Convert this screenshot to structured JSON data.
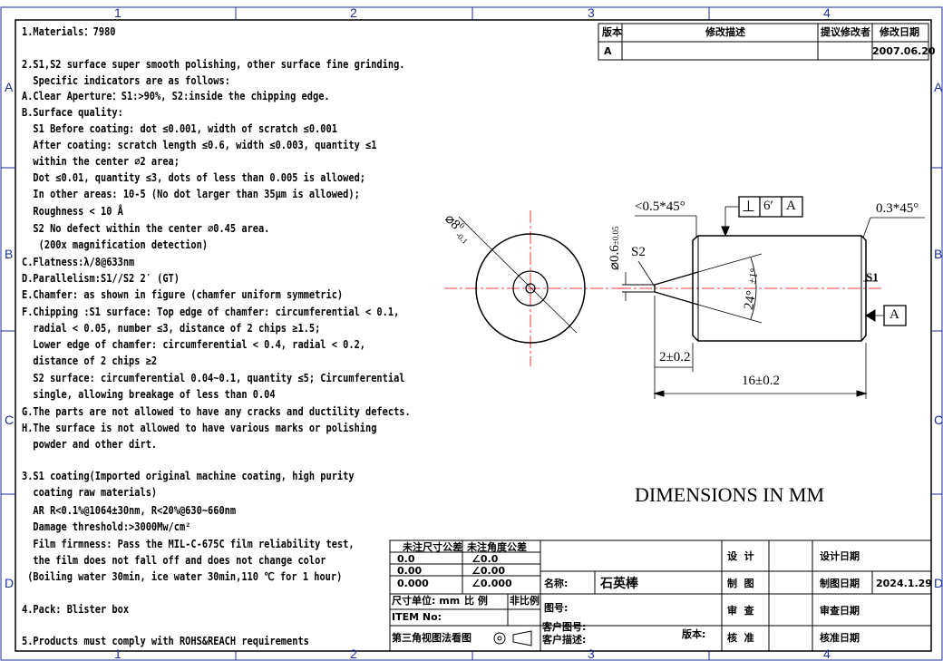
{
  "zones": {
    "columns": [
      "1",
      "2",
      "3",
      "4"
    ],
    "rows": [
      "A",
      "B",
      "C",
      "D"
    ]
  },
  "notes": [
    "1.Materials：7980",
    "2.S1,S2 surface super smooth polishing, other surface fine grinding.",
    "  Specific indicators are as follows:",
    "A.Clear Aperture：S1:>90%, S2:inside the chipping edge.",
    "B.Surface quality:",
    "  S1 Before coating: dot ≤0.001, width of scratch ≤0.001",
    "  After coating: scratch length ≤0.6, width ≤0.003, quantity ≤1",
    "  within the center ⌀2 area;",
    "  Dot ≤0.01, quantity ≤3, dots of less than 0.005 is allowed;",
    "  In other areas: 10-5 (No dot larger than 35μm is allowed);",
    "  Roughness < 10 Å",
    "  S2 No defect within the center ⌀0.45 area.",
    "   (200x magnification detection)",
    "C.Flatness:λ/8@633nm",
    "D.Parallelism:S1//S2 2′ (GT)",
    "E.Chamfer: as shown in figure (chamfer uniform symmetric)",
    "F.Chipping :S1 surface: Top edge of chamfer: circumferential < 0.1,",
    "  radial < 0.05, number ≤3, distance of 2 chips ≥1.5;",
    "  Lower edge of chamfer: circumferential < 0.4, radial < 0.2,",
    "  distance of 2 chips ≥2",
    "  S2 surface: circumferential 0.04~0.1, quantity ≤5; Circumferential",
    "  single, allowing breakage of less than 0.04",
    "G.The parts are not allowed to have any cracks and ductility defects.",
    "H.The surface is not allowed to have various marks or polishing",
    "  powder and other dirt.",
    "",
    "3.S1 coating(Imported original machine coating, high purity",
    "  coating raw materials)",
    "  AR R<0.1%@1064±30nm, R<20%@630~660nm",
    "  Damage threshold:>3000Mw/cm²",
    "  Film firmness: Pass the MIL-C-675C film reliability test,",
    "  the film does not fall off and does not change color",
    " (Boiling water 30min, ice water 30min,110 ℃ for 1 hour)",
    "",
    "4.Pack: Blister box",
    "",
    "5.Products must comply with ROHS&REACH requirements"
  ],
  "revision_table": {
    "headers": [
      "版本",
      "修改描述",
      "提议修改者",
      "修改日期"
    ],
    "row": [
      "A",
      "",
      "",
      "2007.06.20"
    ]
  },
  "dimensions": {
    "outer_diameter": "⌀8",
    "outer_diameter_tol_upper": "0",
    "outer_diameter_tol_lower": "-0.1",
    "bore_diameter": "⌀0.6",
    "bore_tol": "±0.05",
    "chamfer_left": "<0.5*45°",
    "chamfer_right": "0.3*45°",
    "perpendicularity_symbol": "⊥",
    "perpendicularity_value": "6′",
    "datum": "A",
    "datum_flag": "A",
    "surface_s1": "S1",
    "surface_s2": "S2",
    "cone_angle": "24°",
    "cone_angle_tol": "±1°",
    "counterbore_depth": "2±0.2",
    "length": "16±0.2"
  },
  "units_banner": "DIMENSIONS IN MM",
  "title_block": {
    "tol_linear_header": "未注尺寸公差",
    "tol_angle_header": "未注角度公差",
    "tol_rows": [
      [
        "0.0",
        "∠0.0"
      ],
      [
        "0.00",
        "∠0.00"
      ],
      [
        "0.000",
        "∠0.000"
      ]
    ],
    "unit_label": "尺寸单位: mm",
    "scale_label": "比 例",
    "scale_value": "非比例",
    "item_no_label": "ITEM No:",
    "projection_label": "第三角视图法看图",
    "name_label": "名称:",
    "name_value": "石英棒",
    "drawing_no_label": "图号:",
    "customer_drawing_label": "客户图号:",
    "customer_desc_label": "客户描述:",
    "version_label": "版本:",
    "design_label": "设  计",
    "draw_label": "制  图",
    "check_label": "审  查",
    "approve_label": "核  准",
    "design_date_label": "设计日期",
    "draw_date_label": "制图日期",
    "draw_date_value": "2024.1.29",
    "check_date_label": "审查日期",
    "approve_date_label": "核准日期"
  }
}
